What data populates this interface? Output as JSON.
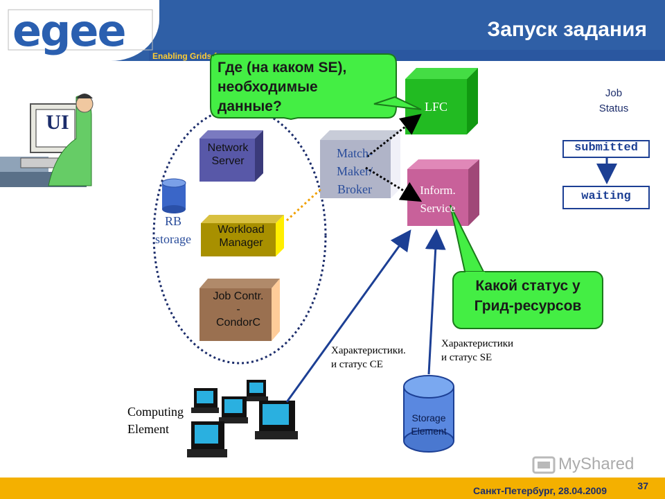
{
  "header": {
    "logo": "egee",
    "tagline": "Enabling Grids for",
    "title": "Запуск задания"
  },
  "ui": {
    "label": "UI"
  },
  "callouts": {
    "top": {
      "line1": "Где (на каком SE),",
      "line2": "необходимые",
      "line3": "данные?"
    },
    "bottom": {
      "line1": "Какой статус у",
      "line2": "Грид-ресурсов"
    }
  },
  "components": {
    "network_server": {
      "line1": "Network",
      "line2": "Server"
    },
    "workload_manager": {
      "line1": "Workload",
      "line2": "Manager"
    },
    "job_controller": {
      "line1": "Job Contr.",
      "line2": "-",
      "line3": "CondorC"
    },
    "rb_storage": {
      "line1": "RB",
      "line2": "storage"
    },
    "match_maker": {
      "line1": "Match-",
      "line2": "Maker/",
      "line3": "Broker"
    },
    "lfc": {
      "label": "LFC"
    },
    "inform_service": {
      "line1": "Inform.",
      "line2": "Service"
    },
    "storage_element": {
      "line1": "Storage",
      "line2": "Element"
    },
    "computing_element": {
      "line1": "Computing",
      "line2": "Element"
    }
  },
  "annotations": {
    "ce_status": {
      "line1": "Характеристики.",
      "line2": "и статус CE"
    },
    "se_status": {
      "line1": "Характеристики",
      "line2": "и статус SE"
    }
  },
  "job_status": {
    "title_line1": "Job",
    "title_line2": "Status",
    "states": [
      "submitted",
      "waiting"
    ]
  },
  "watermark": "MyShared",
  "footer": {
    "text": "Санкт-Петербург, 28.04.2009",
    "page": "37"
  },
  "colors": {
    "header_blue": "#2f5fa6",
    "footer_yellow": "#f4b000",
    "callout_green": "#33dd33",
    "lfc_green": "#22bb22",
    "inform_pink": "#c8619a",
    "status_blue": "#1c3f94"
  }
}
